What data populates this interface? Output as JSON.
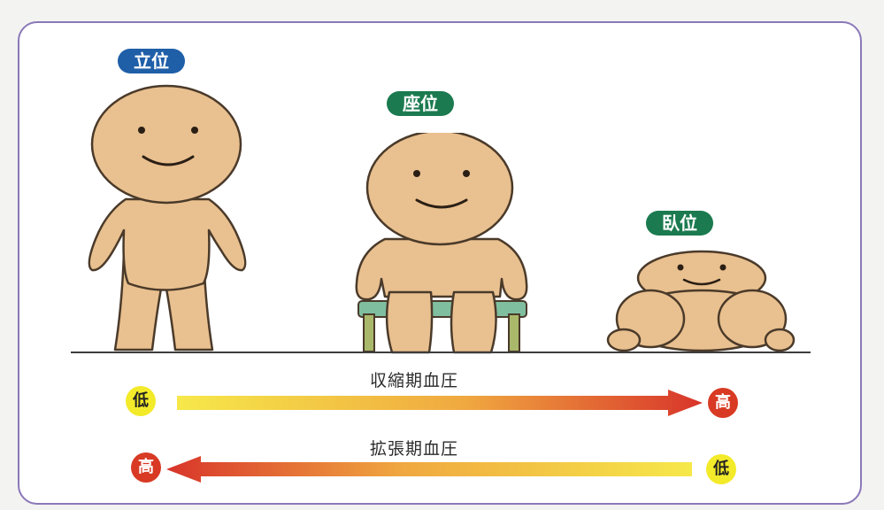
{
  "postures": {
    "standing": {
      "label": "立位",
      "pill_color": "#1f5fa8"
    },
    "sitting": {
      "label": "座位",
      "pill_color": "#1b7a4f"
    },
    "lying": {
      "label": "臥位",
      "pill_color": "#1b7a4f"
    }
  },
  "systolic": {
    "label": "収縮期血圧",
    "left_marker": "低",
    "right_marker": "高",
    "direction": "left-to-right"
  },
  "diastolic": {
    "label": "拡張期血圧",
    "left_marker": "高",
    "right_marker": "低",
    "direction": "right-to-left"
  },
  "colors": {
    "skin": "#e9c08f",
    "skin_outline": "#4a3a2a",
    "panel_border": "#8a78b8",
    "chair_seat": "#7fbfa0",
    "chair_legs": "#a9b86a",
    "arrow_start": "#f6e84a",
    "arrow_end": "#d8342a"
  }
}
